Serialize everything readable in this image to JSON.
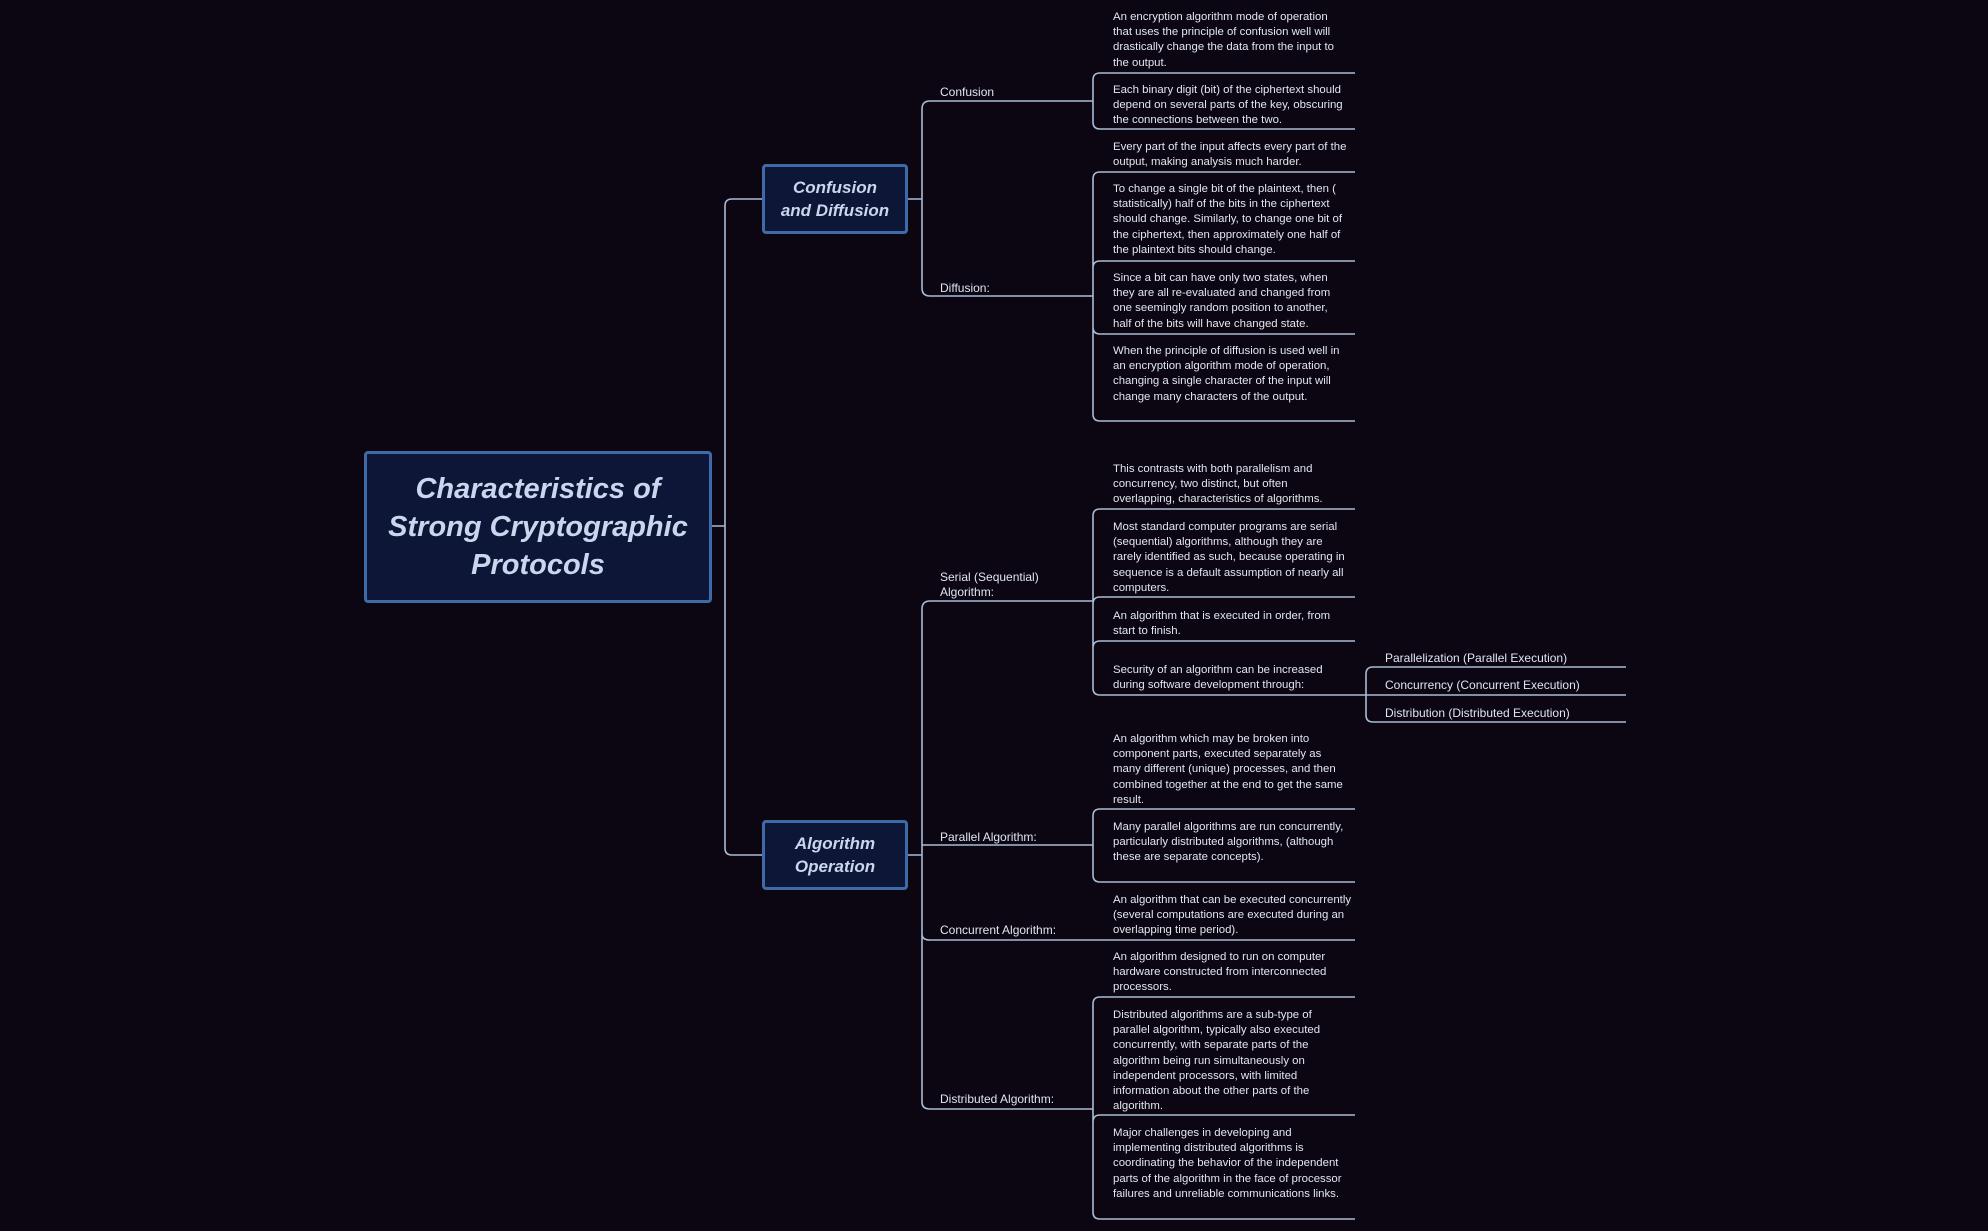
{
  "root": {
    "line1": "Characteristics of",
    "line2": "Strong Cryptographic",
    "line3": "Protocols"
  },
  "branches": {
    "confusion_diffusion": {
      "line1": "Confusion",
      "line2": "and Diffusion"
    },
    "algorithm_operation": {
      "line1": "Algorithm",
      "line2": "Operation"
    }
  },
  "labels": {
    "confusion": "Confusion",
    "diffusion": "Diffusion:",
    "serial": {
      "line1": "Serial (Sequential)",
      "line2": "Algorithm:"
    },
    "parallel": "Parallel Algorithm:",
    "concurrent": "Concurrent Algorithm:",
    "distributed": "Distributed Algorithm:"
  },
  "notes": {
    "confusion_1": "An encryption algorithm mode of operation that uses the principle of confusion well will drastically change the data from the input to the output.",
    "confusion_2": "Each binary digit (bit) of the ciphertext should depend on several parts of the key, obscuring the connections between the two.",
    "diffusion_1": "Every part of the input affects every part of the output, making analysis much harder.",
    "diffusion_2": "To change a single bit of the plaintext, then ( statistically) half of the bits in the ciphertext should change. Similarly, to change one bit of the ciphertext, then approximately one half of the plaintext bits should change.",
    "diffusion_3": "Since a bit can have only two states, when they are all re-evaluated and changed from one seemingly random position to another, half of the bits will have changed state.",
    "diffusion_4": "When the principle of diffusion is used well in an encryption algorithm mode of operation, changing a single character of the input will change many characters of the output.",
    "serial_1": "This contrasts with both parallelism and concurrency, two distinct, but often overlapping, characteristics of algorithms.",
    "serial_2": "Most standard computer programs are serial (sequential) algorithms, although they are rarely identified as such, because operating in sequence is a default assumption of nearly all computers.",
    "serial_3": "An algorithm that is executed in order, from start to finish.",
    "serial_4": "Security of an algorithm can be increased during software development through:",
    "parallel_1": "An algorithm which may be broken into component parts, executed separately as many different (unique) processes, and then combined together at the end to get the same result.",
    "parallel_2": "Many parallel algorithms are run concurrently, particularly distributed algorithms, (although these are separate concepts).",
    "concurrent_1": "An algorithm that can be executed concurrently (several computations are executed during an overlapping time period).",
    "distributed_1": "An algorithm designed to run on computer hardware constructed from interconnected processors.",
    "distributed_2": "Distributed algorithms are a sub-type of parallel algorithm, typically also executed concurrently, with separate parts of the algorithm being run simultaneously on independent processors, with limited information about the other parts of the algorithm.",
    "distributed_3": "Major challenges in developing and implementing distributed algorithms is coordinating the behavior of the independent parts of the algorithm in the face of processor failures and unreliable communications links."
  },
  "execution_types": [
    "Parallelization (Parallel Execution)",
    "Concurrency (Concurrent Execution)",
    "Distribution (Distributed Execution)"
  ],
  "colors": {
    "background": "#0b0611",
    "node_fill": "#0e1638",
    "node_border": "#3e6aa8",
    "node_text": "#c8d6ee",
    "connector": "#a9bbd6",
    "text": "#e1e7f2"
  }
}
